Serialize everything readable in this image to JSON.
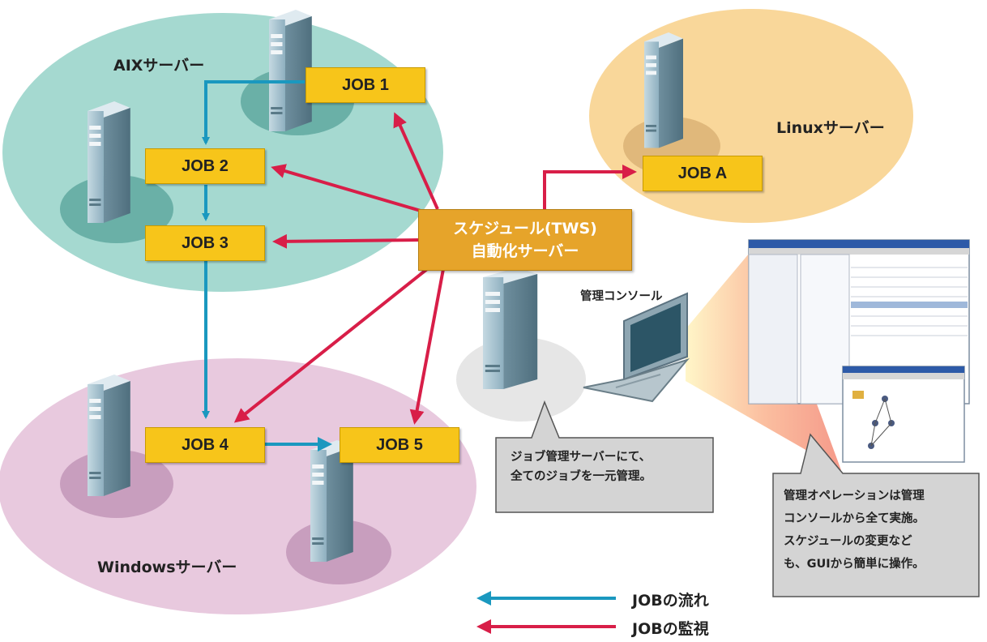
{
  "groups": {
    "aix": "AIXサーバー",
    "linux": "Linuxサーバー",
    "windows": "Windowsサーバー"
  },
  "jobs": {
    "job1": "JOB 1",
    "job2": "JOB 2",
    "job3": "JOB 3",
    "job4": "JOB 4",
    "job5": "JOB 5",
    "jobA": "JOB A"
  },
  "scheduler": {
    "line1": "スケジュール(TWS)",
    "line2": "自動化サーバー"
  },
  "console_label": "管理コンソール",
  "callout_center": {
    "line1": "ジョブ管理サーバーにて、",
    "line2": "全てのジョブを一元管理。"
  },
  "callout_right": {
    "line1": "管理オペレーションは管理",
    "line2": "コンソールから全て実施。",
    "line3": "スケジュールの変更など",
    "line4": "も、GUIから簡単に操作。"
  },
  "legend": {
    "flow": "JOBの流れ",
    "monitor": "JOBの監視"
  },
  "colors": {
    "flow_arrow": "#1a98bf",
    "monitor_arrow": "#d81e48",
    "job_box": "#f7c51a",
    "scheduler_box": "#e6a42a",
    "aix_bg": "#a5d9d0",
    "linux_bg": "#f9d79a",
    "windows_bg": "#e8c9de"
  }
}
